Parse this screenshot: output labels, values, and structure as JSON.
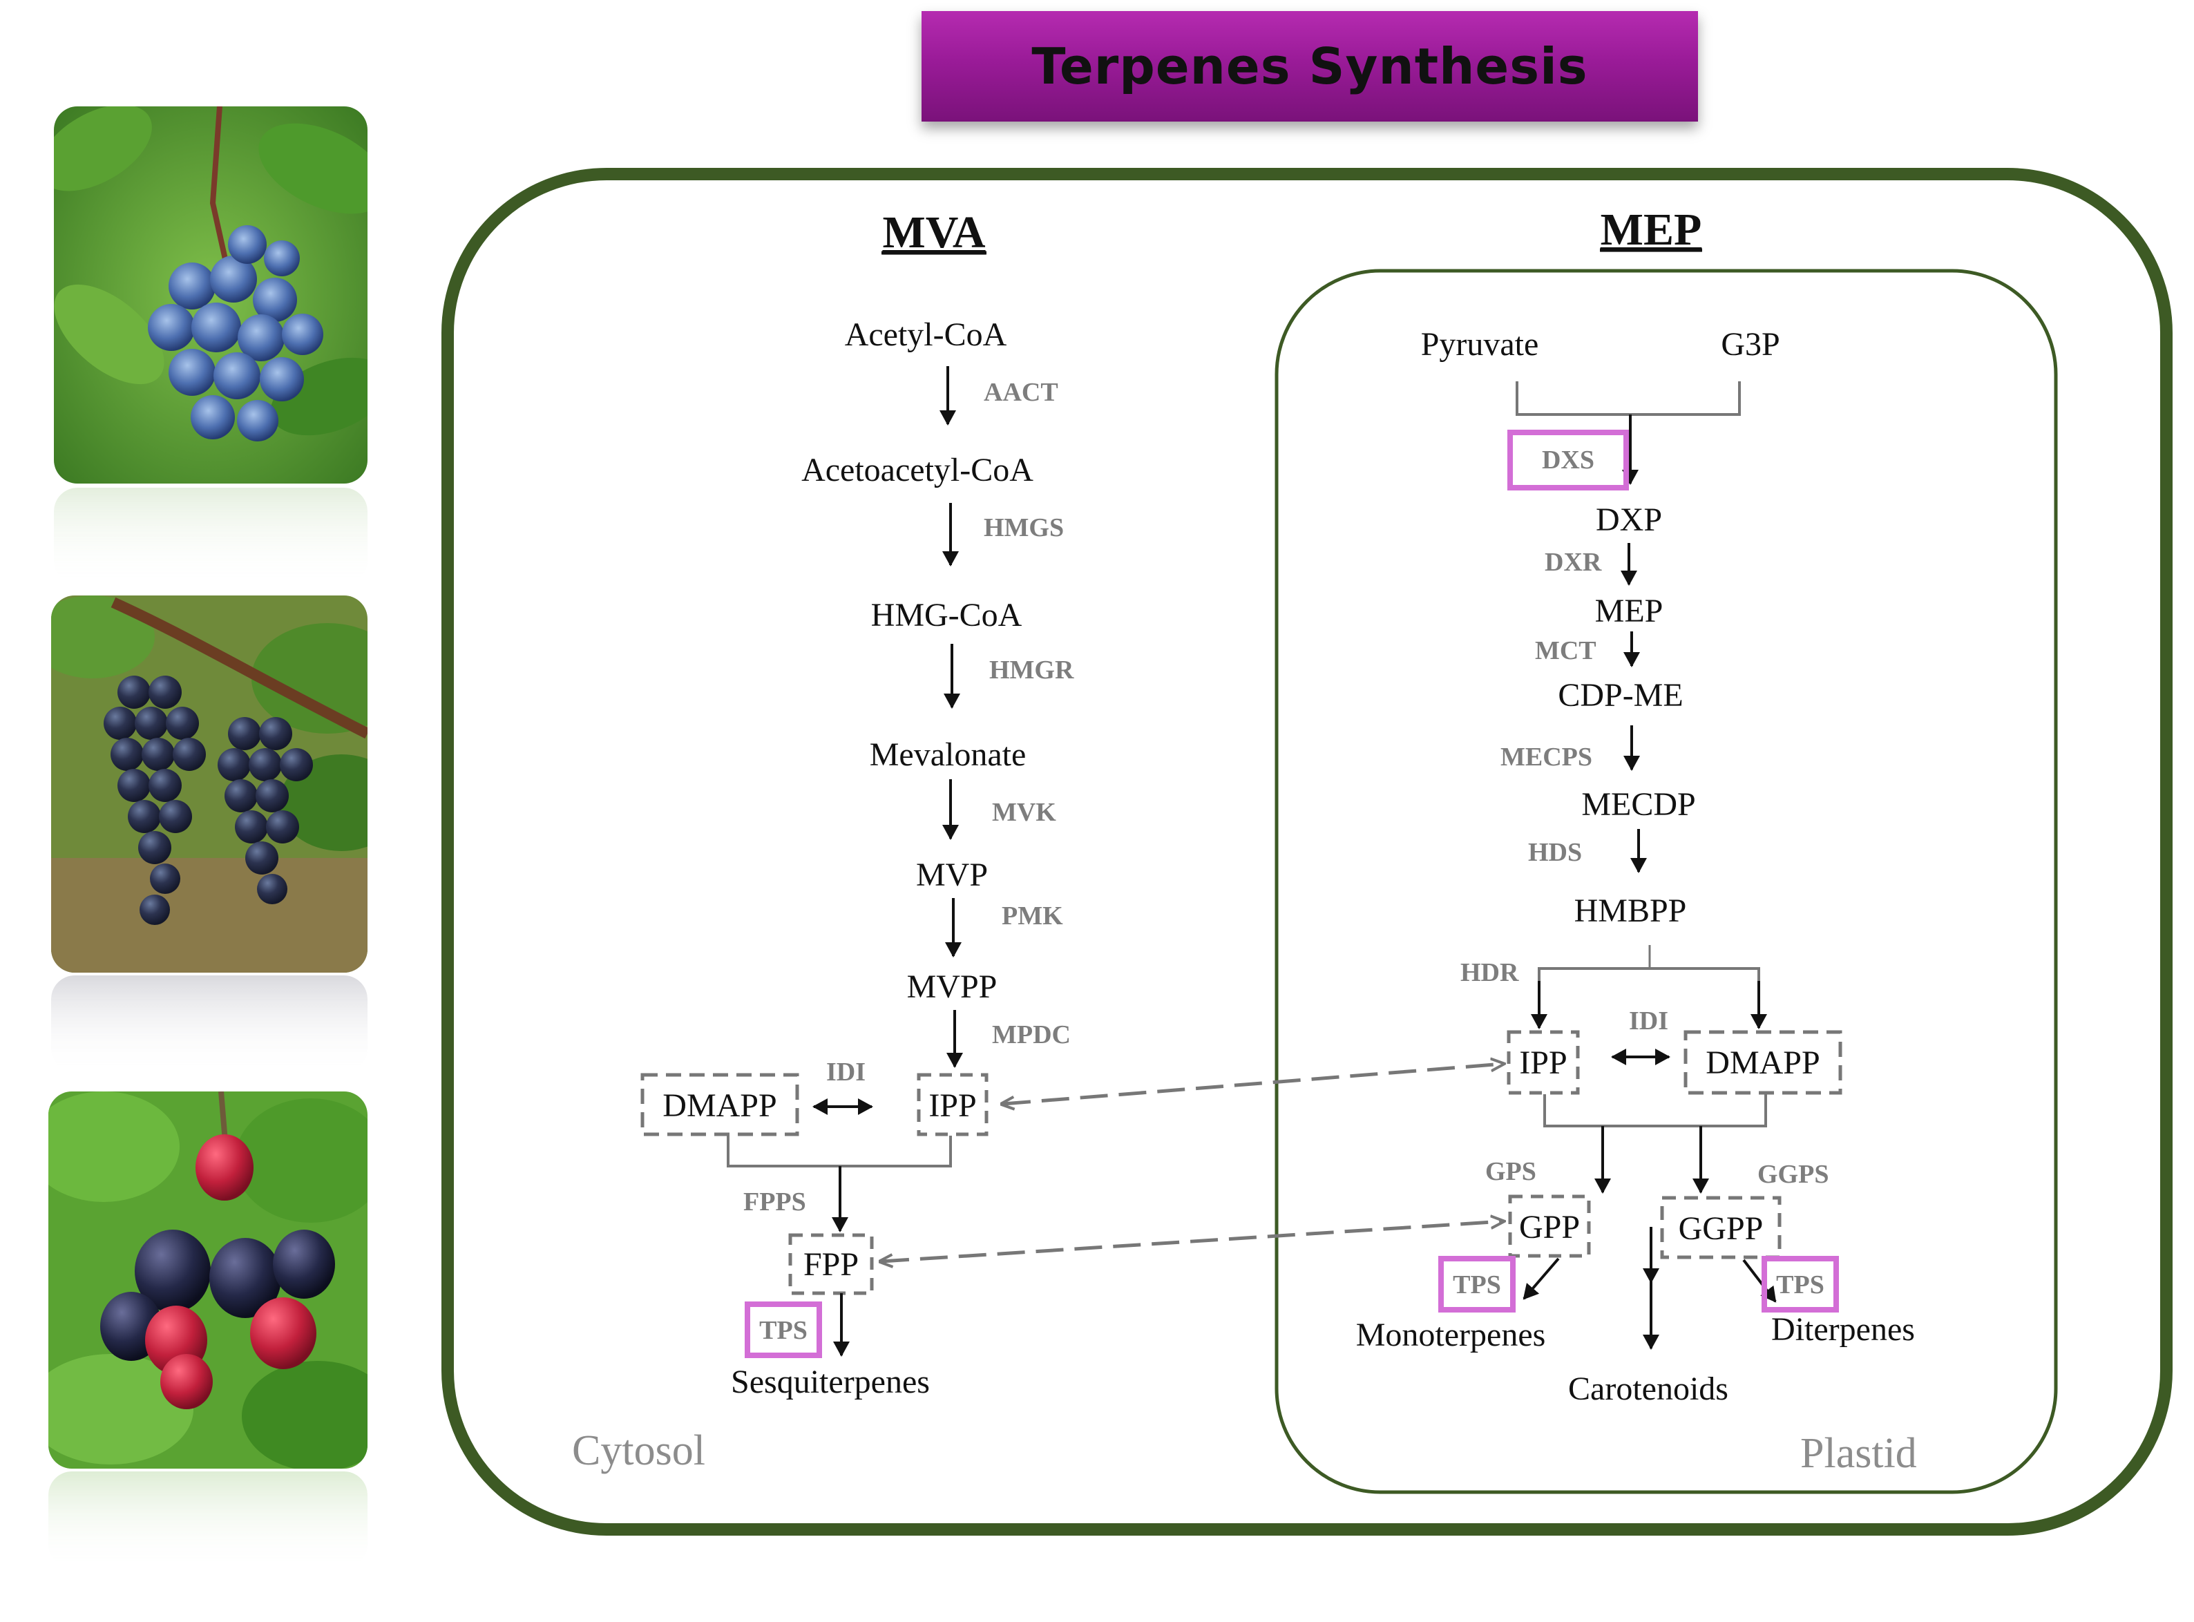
{
  "title": "Terpenes Synthesis",
  "colors": {
    "banner": "#9a1b98",
    "outer_border": "#3d5a24",
    "tps_highlight": "#d36ed6",
    "enzyme_text": "#7d7d7d"
  },
  "photos": [
    {
      "name": "blueberries"
    },
    {
      "name": "grapes"
    },
    {
      "name": "raspberries-blackberries"
    }
  ],
  "compartments": {
    "cytosol": "Cytosol",
    "plastid": "Plastid"
  },
  "mva": {
    "header": "MVA",
    "acetyl_coa": "Acetyl-CoA",
    "aact": "AACT",
    "acetoacetyl_coa": "Acetoacetyl-CoA",
    "hmgs": "HMGS",
    "hmg_coa": "HMG-CoA",
    "hmgr": "HMGR",
    "mevalonate": "Mevalonate",
    "mvk": "MVK",
    "mvp": "MVP",
    "pmk": "PMK",
    "mvpp": "MVPP",
    "mpdc": "MPDC",
    "dmapp": "DMAPP",
    "idi": "IDI",
    "ipp": "IPP",
    "fpps": "FPPS",
    "fpp": "FPP",
    "tps": "TPS",
    "sesquiterpenes": "Sesquiterpenes"
  },
  "mep": {
    "header": "MEP",
    "pyruvate": "Pyruvate",
    "g3p": "G3P",
    "dxs": "DXS",
    "dxp": "DXP",
    "dxr": "DXR",
    "mep": "MEP",
    "mct": "MCT",
    "cdp_me": "CDP-ME",
    "mecps": "MECPS",
    "mecdp": "MECDP",
    "hds": "HDS",
    "hmbpp": "HMBPP",
    "hdr": "HDR",
    "ipp": "IPP",
    "idi": "IDI",
    "dmapp": "DMAPP",
    "gps": "GPS",
    "ggps": "GGPS",
    "gpp": "GPP",
    "ggpp": "GGPP",
    "tps_mono": "TPS",
    "tps_di": "TPS",
    "monoterpenes": "Monoterpenes",
    "diterpenes": "Diterpenes",
    "carotenoids": "Carotenoids"
  }
}
